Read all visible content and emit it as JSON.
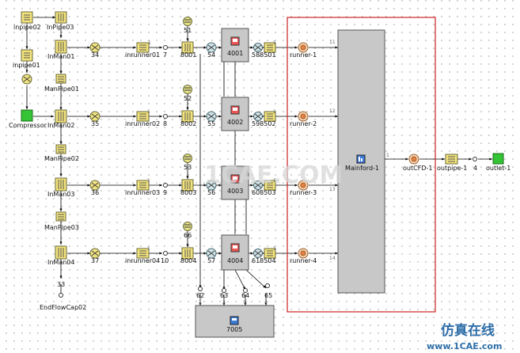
{
  "labels": {
    "inpipe02": "inpipe02",
    "inpipe03": "InPipe03",
    "inpipe01": "inpipe01",
    "compressor": "Compressor",
    "inman01": "InMan01",
    "inman02": "InMan02",
    "inman03": "InMan03",
    "inman04": "InMan04",
    "manpipe01": "ManPipe01",
    "manpipe02": "ManPipe02",
    "manpipe03": "ManPipe03",
    "endflowcap02": "EndFlowCap02",
    "v34": "34",
    "v35": "35",
    "v36": "36",
    "v37": "37",
    "inrunner01": "inrunner01",
    "inrunner02": "inrunner02",
    "inrunner03": "inrunner03",
    "inrunner04": "inrunner04",
    "n7": "7",
    "n8": "8",
    "n9": "9",
    "n10": "10",
    "n8001": "8001",
    "n8002": "8002",
    "n8003": "8003",
    "n8004": "8004",
    "n51": "51",
    "n52": "52",
    "n53": "53",
    "n66": "66",
    "n54": "54",
    "n55": "55",
    "n56": "56",
    "n57": "57",
    "b4001": "4001",
    "b4002": "4002",
    "b4003": "4003",
    "b4004": "4004",
    "p588501": "588501",
    "p598502": "598502",
    "p608503": "608503",
    "p618504": "618504",
    "runner1": "runner-1",
    "runner2": "runner-2",
    "runner3": "runner-3",
    "runner4": "runner-4",
    "mainford": "Mainford-1",
    "outcfd": "outCFD-1",
    "outpipe": "outpipe-1",
    "n4": "4",
    "outlet": "outlet-1",
    "n62": "62",
    "n63": "63",
    "n64": "64",
    "n65": "65",
    "b7005": "7005",
    "port11": "11",
    "port12": "12",
    "port13": "13",
    "port14": "14",
    "d11": "1",
    "d12": "1",
    "d13": "1",
    "d14": "1",
    "d101": "1",
    "d102": "1",
    "d103": "1",
    "d104": "1",
    "m1": "1",
    "m2": "2",
    "m3": "3",
    "m4": "4",
    "mo": "1"
  },
  "watermark": {
    "text": "1CAE.COM",
    "cn": "仿真在线",
    "url": "www.1CAE.com"
  },
  "colors": {
    "pipe": "#f2e37c",
    "valve": "#f0e382",
    "box": "#c8c8c8",
    "highlight": "#cc2222",
    "green": "#35c435",
    "orifice": "#e8a070"
  }
}
